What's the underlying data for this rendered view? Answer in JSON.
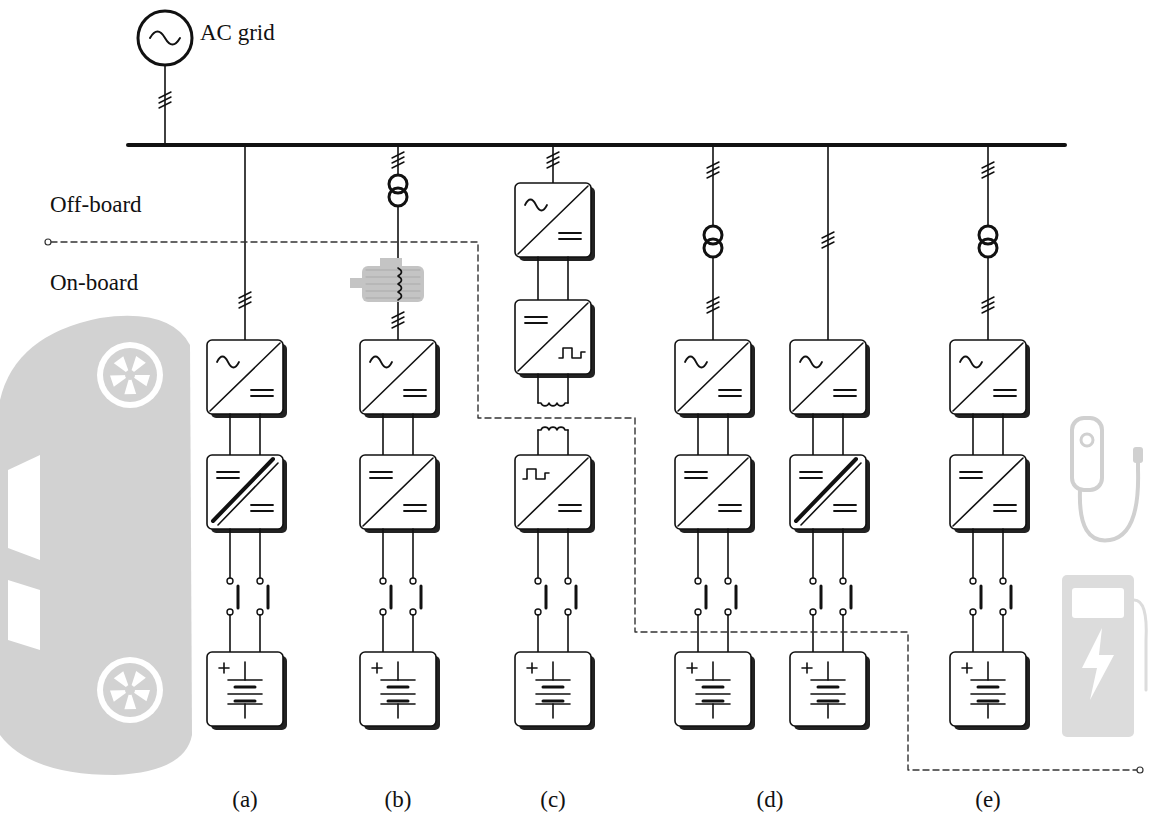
{
  "diagram": {
    "nodes": [
      {
        "text": [
          "AC grid"
        ]
      }
    ],
    "labels": [
      "Off-board",
      "On-board",
      "(a)",
      "(b)",
      "(c)",
      "(d)",
      "(e)"
    ]
  }
}
